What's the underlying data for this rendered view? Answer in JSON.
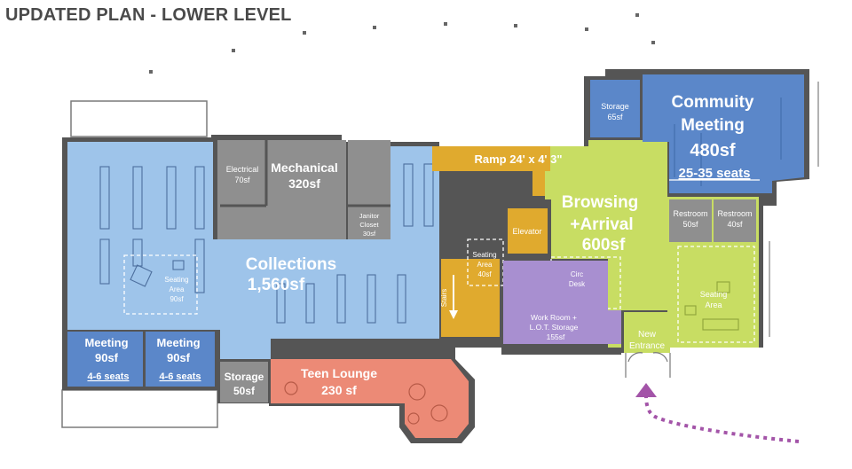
{
  "title": "UPDATED PLAN - LOWER LEVEL",
  "colors": {
    "collections": "#9ec4ea",
    "meeting": "#5b87c9",
    "gray": "#8f8f8f",
    "teen": "#ec8a76",
    "ramp": "#e0aa2e",
    "browsing": "#c8dd63",
    "workroom": "#a88fd0",
    "arrow": "#a354a8"
  },
  "rooms": {
    "community": {
      "name1": "Commuity",
      "name2": "Meeting",
      "area": "480sf",
      "seats": "25-35 seats"
    },
    "storage_top": {
      "name": "Storage",
      "area": "65sf"
    },
    "electrical": {
      "name": "Electrical",
      "area": "70sf"
    },
    "mechanical": {
      "name": "Mechanical",
      "area": "320sf"
    },
    "janitor": {
      "name1": "Janitor",
      "name2": "Closet",
      "area": "30sf"
    },
    "ramp": {
      "name": "Ramp 24' x 4' 3\""
    },
    "elevator": {
      "name": "Elevator"
    },
    "browsing": {
      "name1": "Browsing",
      "name2": "+Arrival",
      "area": "600sf"
    },
    "restroom1": {
      "name": "Restroom",
      "area": "50sf"
    },
    "restroom2": {
      "name": "Restroom",
      "area": "40sf"
    },
    "collections": {
      "name": "Collections",
      "area": "1,560sf"
    },
    "seating_left": {
      "name1": "Seating",
      "name2": "Area",
      "area": "90sf"
    },
    "seating_mid": {
      "name1": "Seating",
      "name2": "Area",
      "area": "40sf"
    },
    "stairs": {
      "name": "Stairs"
    },
    "circ": {
      "name1": "Circ",
      "name2": "Desk"
    },
    "seating_right": {
      "name1": "Seating",
      "name2": "Area"
    },
    "workroom": {
      "name1": "Work Room +",
      "name2": "L.O.T. Storage",
      "area": "155sf"
    },
    "entrance": {
      "name1": "New",
      "name2": "Entrance"
    },
    "meeting1": {
      "name": "Meeting",
      "area": "90sf",
      "seats": "4-6 seats"
    },
    "meeting2": {
      "name": "Meeting",
      "area": "90sf",
      "seats": "4-6 seats"
    },
    "storage_bottom": {
      "name": "Storage",
      "area": "50sf"
    },
    "teen": {
      "name": "Teen Lounge",
      "area": "230 sf"
    }
  }
}
